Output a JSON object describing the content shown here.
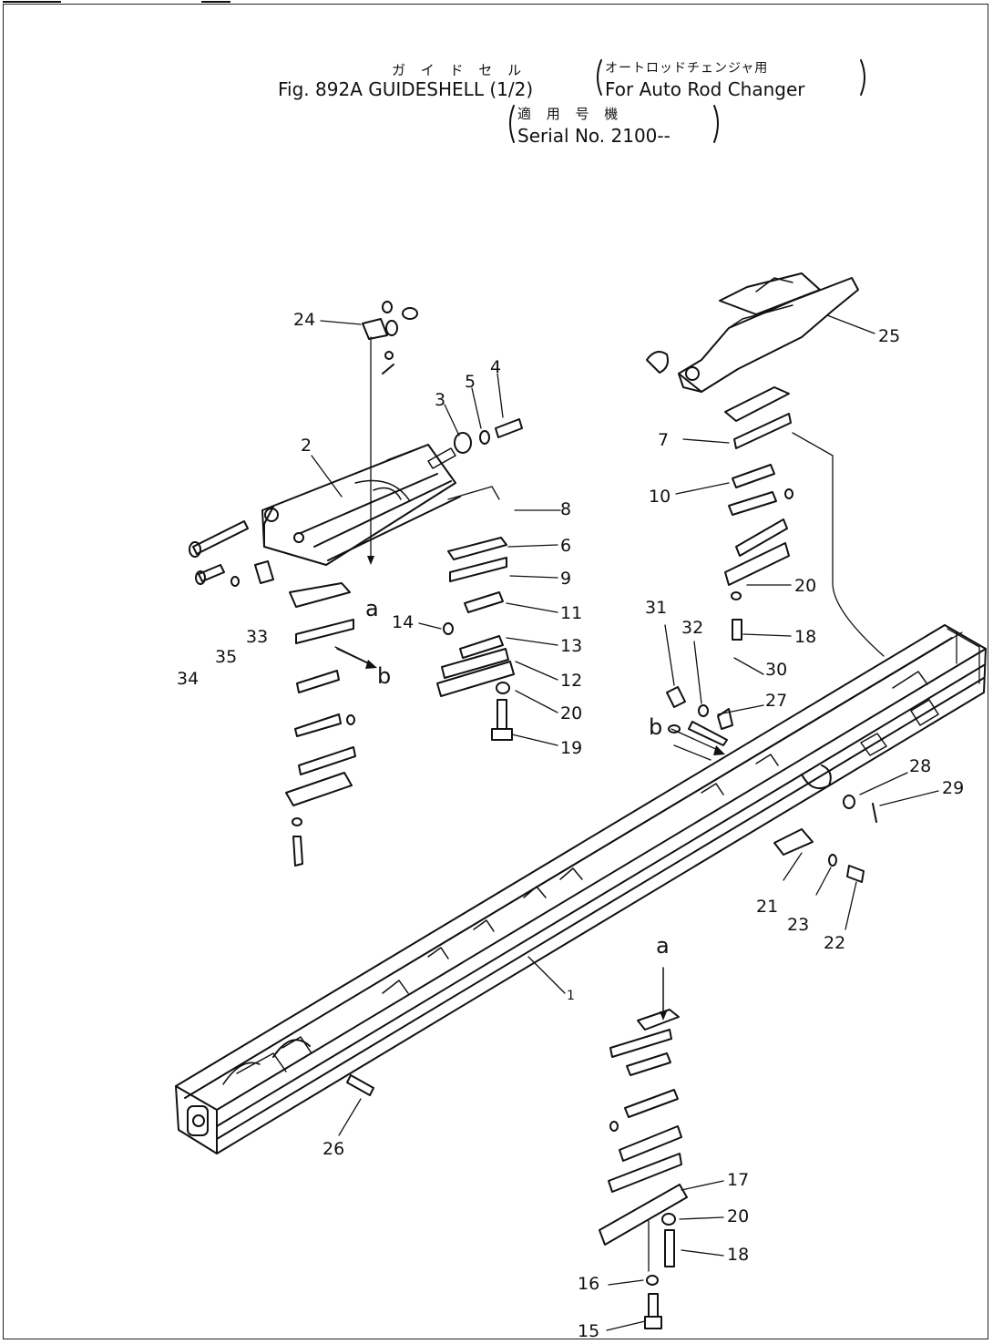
{
  "title": {
    "kana_name": "ガ イ ド セ ル",
    "fig": "Fig. 892A",
    "name": "GUIDESHELL",
    "part": "(1/2)",
    "note_kana": "オートロッドチェンジャ用",
    "note_en": "For Auto Rod Changer",
    "serial_kana": "適 用 号 機",
    "serial_en": "Serial No. 2100--"
  },
  "callouts": [
    {
      "id": "c24",
      "text": "24"
    },
    {
      "id": "c3",
      "text": "3"
    },
    {
      "id": "c5",
      "text": "5"
    },
    {
      "id": "c4",
      "text": "4"
    },
    {
      "id": "c2",
      "text": "2"
    },
    {
      "id": "c8",
      "text": "8"
    },
    {
      "id": "c6",
      "text": "6"
    },
    {
      "id": "c9",
      "text": "9"
    },
    {
      "id": "c11",
      "text": "11"
    },
    {
      "id": "c13",
      "text": "13"
    },
    {
      "id": "c12",
      "text": "12"
    },
    {
      "id": "c20a",
      "text": "20"
    },
    {
      "id": "c19",
      "text": "19"
    },
    {
      "id": "c14",
      "text": "14"
    },
    {
      "id": "ca1",
      "text": "a"
    },
    {
      "id": "cb1",
      "text": "b"
    },
    {
      "id": "c33",
      "text": "33"
    },
    {
      "id": "c34",
      "text": "34"
    },
    {
      "id": "c35",
      "text": "35"
    },
    {
      "id": "c25",
      "text": "25"
    },
    {
      "id": "c7",
      "text": "7"
    },
    {
      "id": "c10",
      "text": "10"
    },
    {
      "id": "c20b",
      "text": "20"
    },
    {
      "id": "c18",
      "text": "18"
    },
    {
      "id": "c31",
      "text": "31"
    },
    {
      "id": "c32",
      "text": "32"
    },
    {
      "id": "c30",
      "text": "30"
    },
    {
      "id": "c27",
      "text": "27"
    },
    {
      "id": "cb2",
      "text": "b"
    },
    {
      "id": "c28",
      "text": "28"
    },
    {
      "id": "c29",
      "text": "29"
    },
    {
      "id": "c21",
      "text": "21"
    },
    {
      "id": "c23",
      "text": "23"
    },
    {
      "id": "c22",
      "text": "22"
    },
    {
      "id": "c1",
      "text": "1"
    },
    {
      "id": "ca2",
      "text": "a"
    },
    {
      "id": "c26",
      "text": "26"
    },
    {
      "id": "c17",
      "text": "17"
    },
    {
      "id": "c20c",
      "text": "20"
    },
    {
      "id": "c18b",
      "text": "18"
    },
    {
      "id": "c16",
      "text": "16"
    },
    {
      "id": "c15",
      "text": "15"
    }
  ]
}
